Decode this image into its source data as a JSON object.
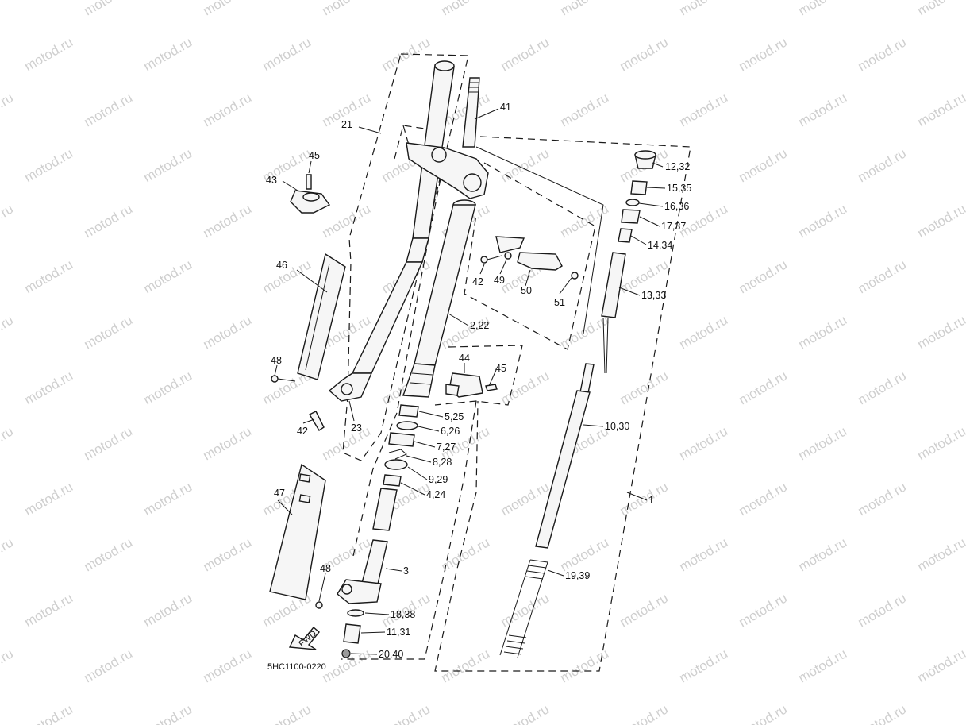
{
  "watermark": "motod.ru",
  "drawing_code": "5HC1100-0220",
  "fwd_label": "FWD",
  "callouts": [
    {
      "id": "c-41",
      "text": "41"
    },
    {
      "id": "c-21",
      "text": "21"
    },
    {
      "id": "c-45a",
      "text": "45"
    },
    {
      "id": "c-43",
      "text": "43"
    },
    {
      "id": "c-1232",
      "text": "12,32"
    },
    {
      "id": "c-1535",
      "text": "15,35"
    },
    {
      "id": "c-1636",
      "text": "16,36"
    },
    {
      "id": "c-1737",
      "text": "17,37"
    },
    {
      "id": "c-1434",
      "text": "14,34"
    },
    {
      "id": "c-1333",
      "text": "13,33"
    },
    {
      "id": "c-42a",
      "text": "42"
    },
    {
      "id": "c-49",
      "text": "49"
    },
    {
      "id": "c-50",
      "text": "50"
    },
    {
      "id": "c-51",
      "text": "51"
    },
    {
      "id": "c-46",
      "text": "46"
    },
    {
      "id": "c-222",
      "text": "2,22"
    },
    {
      "id": "c-44",
      "text": "44"
    },
    {
      "id": "c-45b",
      "text": "45"
    },
    {
      "id": "c-48a",
      "text": "48"
    },
    {
      "id": "c-23",
      "text": "23"
    },
    {
      "id": "c-525",
      "text": "5,25"
    },
    {
      "id": "c-626",
      "text": "6,26"
    },
    {
      "id": "c-727",
      "text": "7,27"
    },
    {
      "id": "c-828",
      "text": "8,28"
    },
    {
      "id": "c-929",
      "text": "9,29"
    },
    {
      "id": "c-424",
      "text": "4,24"
    },
    {
      "id": "c-42b",
      "text": "42"
    },
    {
      "id": "c-1030",
      "text": "10,30"
    },
    {
      "id": "c-47",
      "text": "47"
    },
    {
      "id": "c-1",
      "text": "1"
    },
    {
      "id": "c-3",
      "text": "3"
    },
    {
      "id": "c-48b",
      "text": "48"
    },
    {
      "id": "c-1939",
      "text": "19,39"
    },
    {
      "id": "c-1838",
      "text": "18,38"
    },
    {
      "id": "c-1131",
      "text": "11,31"
    },
    {
      "id": "c-2040",
      "text": "20,40"
    }
  ]
}
